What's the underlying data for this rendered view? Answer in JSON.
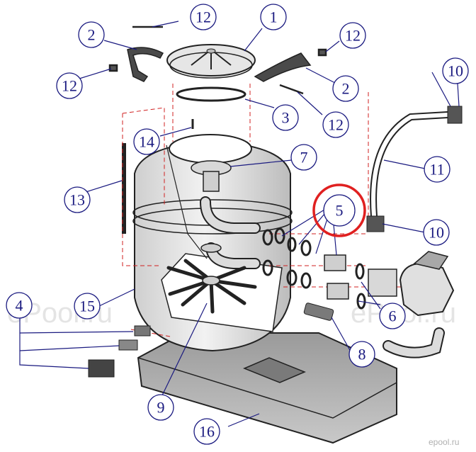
{
  "diagram": {
    "callouts": [
      "1",
      "2",
      "2",
      "3",
      "4",
      "5",
      "6",
      "7",
      "8",
      "9",
      "10",
      "10",
      "11",
      "12",
      "12",
      "12",
      "12",
      "13",
      "14",
      "15",
      "16"
    ],
    "watermark": "ePool.ru",
    "brand_mark": "epool.ru",
    "colors": {
      "line": "#222222",
      "callout": "#1a1a80",
      "leader": "#1a1a80",
      "dashed": "#d02020",
      "highlight": "#e02020",
      "body_fill": "#e9e9e9",
      "base_fill": "#bdbdbd"
    }
  }
}
